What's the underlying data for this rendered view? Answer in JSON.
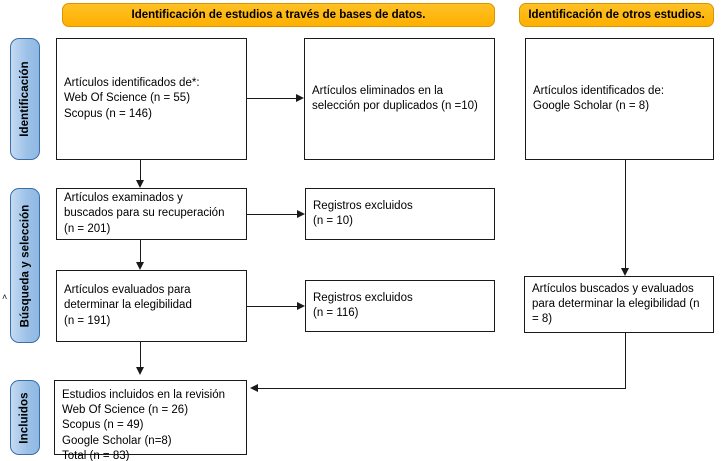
{
  "diagram": {
    "title": "PRISMA flow diagram",
    "colors": {
      "header_orange": "#ffb511",
      "side_blue": "#a8c8ea",
      "box_border": "#1a1a1a",
      "background": "#ffffff"
    }
  },
  "headers": {
    "databases": "Identificación de estudios a través de bases de datos.",
    "other_studies": "Identificación de otros estudios."
  },
  "side_labels": {
    "identification": "Identificación",
    "screening": "Búsqueda y selección",
    "included": "Incluidos"
  },
  "boxes": {
    "identified_databases": "Artículos identificados de*:\nWeb Of Science (n = 55)\nScopus (n = 146)",
    "removed_duplicates": "Artículos eliminados en la\nselección por duplicados (n =10)",
    "identified_other": "Artículos identificados de:\n    Google Scholar (n = 8)",
    "screened_retrieval": "Artículos examinados y\nbuscados para su recuperación\n(n = 201)",
    "excluded_records_1": "Registros excluidos\n(n = 10)",
    "eligibility_assessed": "Artículos evaluados para\ndeterminar la elegibilidad\n(n = 191)",
    "excluded_records_2": "Registros excluidos\n(n = 116)",
    "other_eligibility": "Artículos buscados y evaluados\npara determinar la elegibilidad (n\n= 8)",
    "included_studies": "Estudios incluidos en la revisión\nWeb Of Science (n = 26)\nScopus (n = 49)\nGoogle Scholar (n=8)\nTotal (n = 83)"
  },
  "markers": {
    "screening_caret": "˄"
  }
}
